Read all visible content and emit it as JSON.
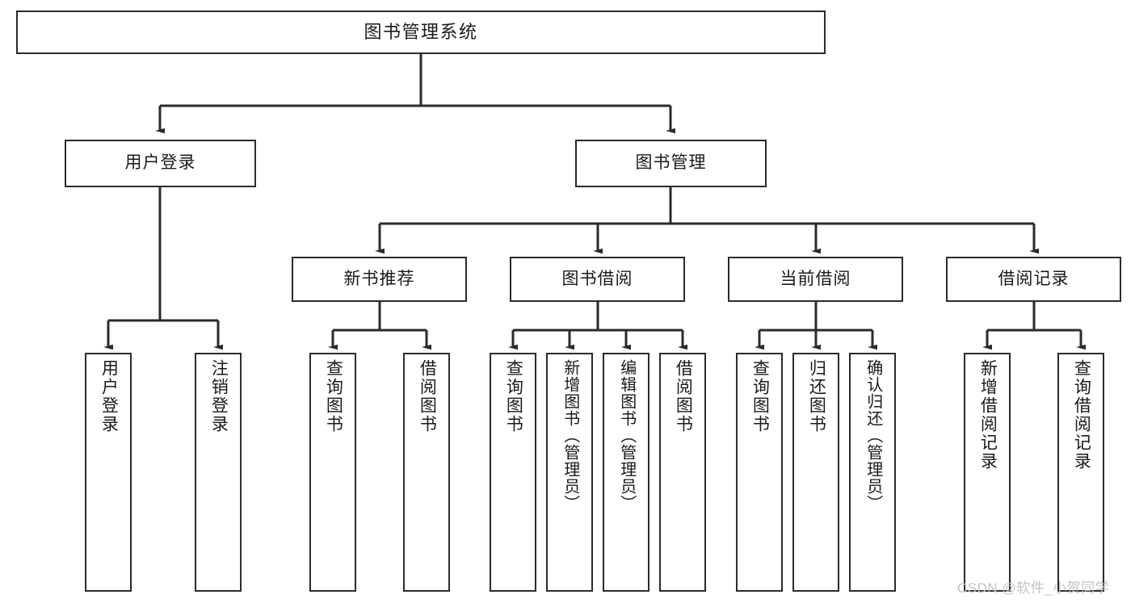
{
  "diagram": {
    "title": "图书管理系统",
    "type": "tree-hierarchy-chart",
    "watermark": "CSDN @软件_小贺同学",
    "line_color": "#2b2b2b",
    "box_fill": "#ffffff",
    "text_color": "#1a1a1a"
  },
  "nodes": {
    "root": {
      "label": "图书管理系统"
    },
    "level2": [
      {
        "label": "用户登录"
      },
      {
        "label": "图书管理"
      }
    ],
    "level3": [
      {
        "label": "新书推荐"
      },
      {
        "label": "图书借阅"
      },
      {
        "label": "当前借阅"
      },
      {
        "label": "借阅记录"
      }
    ],
    "leaves": {
      "user_login": [
        {
          "label": "用户登录"
        },
        {
          "label": "注销登录"
        }
      ],
      "new_book": [
        {
          "label": "查询图书"
        },
        {
          "label": "借阅图书"
        }
      ],
      "book_borrow": [
        {
          "label": "查询图书"
        },
        {
          "label": "新增图书（管理员）"
        },
        {
          "label": "编辑图书（管理员）"
        },
        {
          "label": "借阅图书"
        }
      ],
      "current_borrow": [
        {
          "label": "查询图书"
        },
        {
          "label": "归还图书"
        },
        {
          "label": "确认归还（管理员）"
        }
      ],
      "borrow_record": [
        {
          "label": "新增借阅记录"
        },
        {
          "label": "查询借阅记录"
        }
      ]
    }
  }
}
